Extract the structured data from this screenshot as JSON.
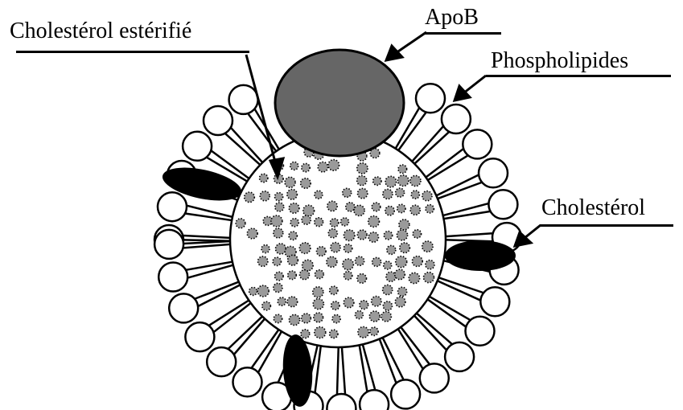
{
  "diagram": {
    "labels": {
      "cholesterol_esterifie": "Cholestérol estérifié",
      "apob": "ApoB",
      "phospholipides": "Phospholipides",
      "cholesterol": "Cholestérol"
    },
    "colors": {
      "apob_fill": "#666666",
      "core_dot": "#9a9a9a",
      "cholesterol_fill": "#000000",
      "phospholipid_head": "#ffffff",
      "stroke": "#000000"
    }
  }
}
